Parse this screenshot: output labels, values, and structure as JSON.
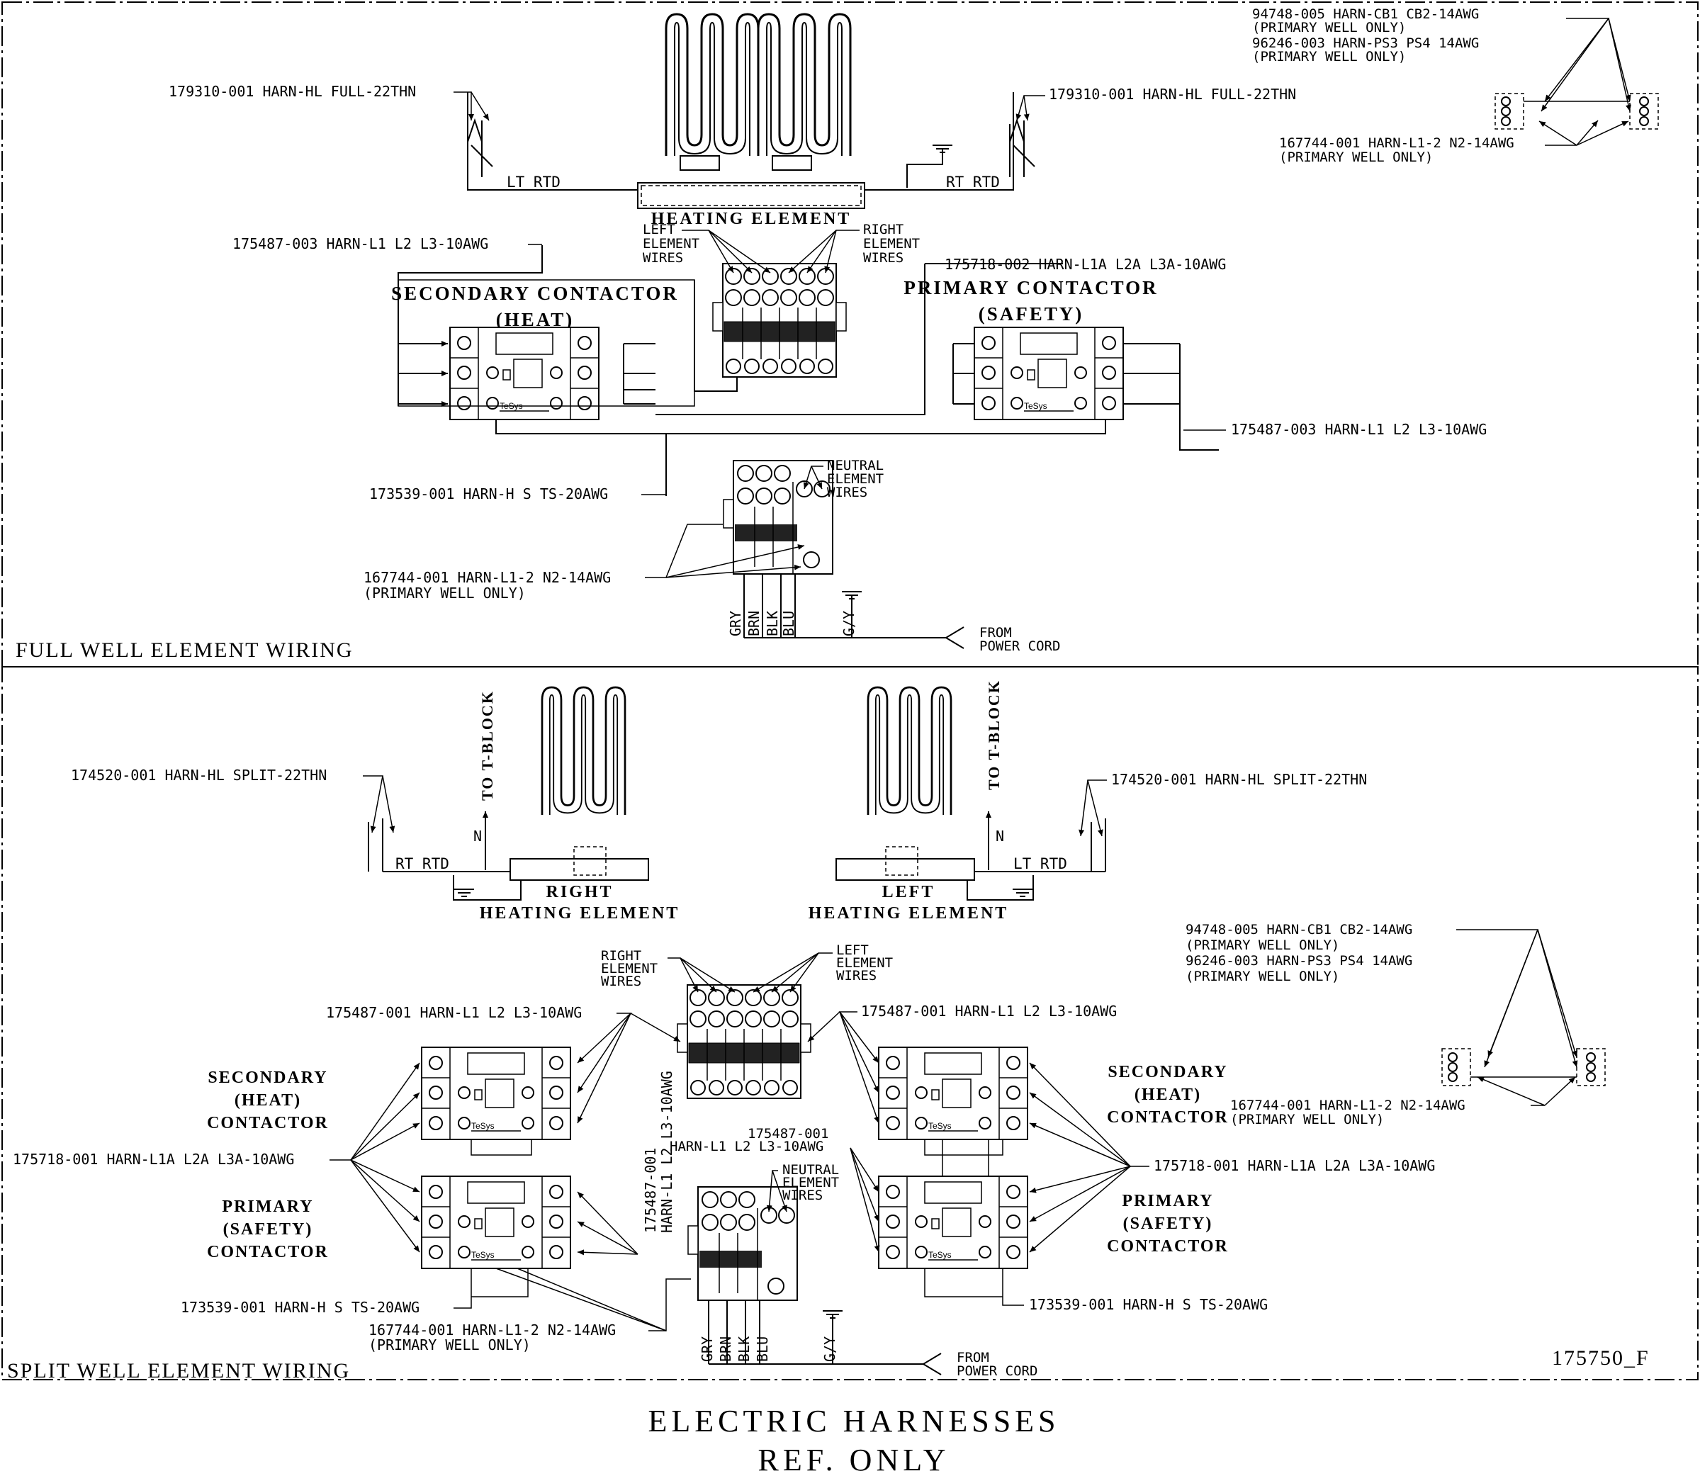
{
  "panels": {
    "full": {
      "title": "FULL WELL ELEMENT WIRING",
      "heating_element": "HEATING ELEMENT",
      "lt_rtd": "LT RTD",
      "rt_rtd": "RT RTD",
      "harn_hl_left": "179310-001 HARN-HL FULL-22THN",
      "harn_hl_right": "179310-001 HARN-HL FULL-22THN",
      "harn_l1l2l3_top": "175487-003 HARN-L1 L2 L3-10AWG",
      "harn_l1a": "175718-002 HARN-L1A L2A L3A-10AWG",
      "harn_l1l2l3_right": "175487-003 HARN-L1 L2 L3-10AWG",
      "harn_hs": "173539-001 HARN-H S TS-20AWG",
      "harn_n2_line1": "167744-001 HARN-L1-2 N2-14AWG",
      "harn_n2_line2": "(PRIMARY WELL ONLY)",
      "secondary_contactor_l1": "SECONDARY CONTACTOR",
      "secondary_contactor_l2": "(HEAT)",
      "primary_contactor_l1": "PRIMARY CONTACTOR",
      "primary_contactor_l2": "(SAFETY)",
      "left_wires": [
        "LEFT",
        "ELEMENT",
        "WIRES"
      ],
      "right_wires": [
        "RIGHT",
        "ELEMENT",
        "WIRES"
      ],
      "neutral_wires": [
        "NEUTRAL",
        "ELEMENT",
        "WIRES"
      ],
      "colors": [
        "GRY",
        "BRN",
        "BLK",
        "BLU"
      ],
      "gy": "G/Y",
      "from_cord": [
        "FROM",
        "POWER CORD"
      ],
      "topright": {
        "l1": "94748-005 HARN-CB1 CB2-14AWG",
        "l2": "(PRIMARY WELL ONLY)",
        "l3": "96246-003 HARN-PS3 PS4 14AWG",
        "l4": "(PRIMARY WELL ONLY)",
        "l5": "167744-001 HARN-L1-2 N2-14AWG",
        "l6": "(PRIMARY WELL ONLY)"
      }
    },
    "split": {
      "title": "SPLIT WELL ELEMENT WIRING",
      "to_tblock": "TO T-BLOCK",
      "n": "N",
      "right_elem_l1": "RIGHT",
      "right_elem_l2": "HEATING ELEMENT",
      "left_elem_l1": "LEFT",
      "left_elem_l2": "HEATING ELEMENT",
      "rt_rtd": "RT RTD",
      "lt_rtd": "LT RTD",
      "harn_hl_left": "174520-001 HARN-HL SPLIT-22THN",
      "harn_hl_right": "174520-001 HARN-HL SPLIT-22THN",
      "right_wires": [
        "RIGHT",
        "ELEMENT",
        "WIRES"
      ],
      "left_wires": [
        "LEFT",
        "ELEMENT",
        "WIRES"
      ],
      "harn_l1_left": "175487-001 HARN-L1 L2 L3-10AWG",
      "harn_l1_right": "175487-001 HARN-L1 L2 L3-10AWG",
      "harn_l1_vert1": "175487-001",
      "harn_l1_vert2": "HARN-L1 L2 L3-10AWG",
      "harn_l1_mid1": "175487-001",
      "harn_l1_mid2": "HARN-L1 L2 L3-10AWG",
      "sec_left": [
        "SECONDARY",
        "(HEAT)",
        "CONTACTOR"
      ],
      "pri_left": [
        "PRIMARY",
        "(SAFETY)",
        "CONTACTOR"
      ],
      "sec_right": [
        "SECONDARY",
        "(HEAT)",
        "CONTACTOR"
      ],
      "pri_right": [
        "PRIMARY",
        "(SAFETY)",
        "CONTACTOR"
      ],
      "harn_l1a_left": "175718-001 HARN-L1A L2A L3A-10AWG",
      "harn_l1a_right": "175718-001 HARN-L1A L2A L3A-10AWG",
      "harn_hs_left": "173539-001 HARN-H S TS-20AWG",
      "harn_hs_right": "173539-001 HARN-H S TS-20AWG",
      "harn_n2_line1": "167744-001 HARN-L1-2 N2-14AWG",
      "harn_n2_line2": "(PRIMARY WELL ONLY)",
      "neutral_wires": [
        "NEUTRAL",
        "ELEMENT",
        "WIRES"
      ],
      "colors": [
        "GRY",
        "BRN",
        "BLK",
        "BLU"
      ],
      "gy": "G/Y",
      "from_cord": [
        "FROM",
        "POWER CORD"
      ],
      "drawing_no": "175750_F",
      "midright": {
        "l1": "94748-005 HARN-CB1 CB2-14AWG",
        "l2": "(PRIMARY WELL ONLY)",
        "l3": "96246-003 HARN-PS3 PS4 14AWG",
        "l4": "(PRIMARY WELL ONLY)",
        "l5": "167744-001 HARN-L1-2 N2-14AWG",
        "l6": "(PRIMARY WELL ONLY)"
      }
    }
  },
  "footer": {
    "line1": "ELECTRIC HARNESSES",
    "line2": "REF. ONLY"
  },
  "contactor_brand": "TeSys"
}
